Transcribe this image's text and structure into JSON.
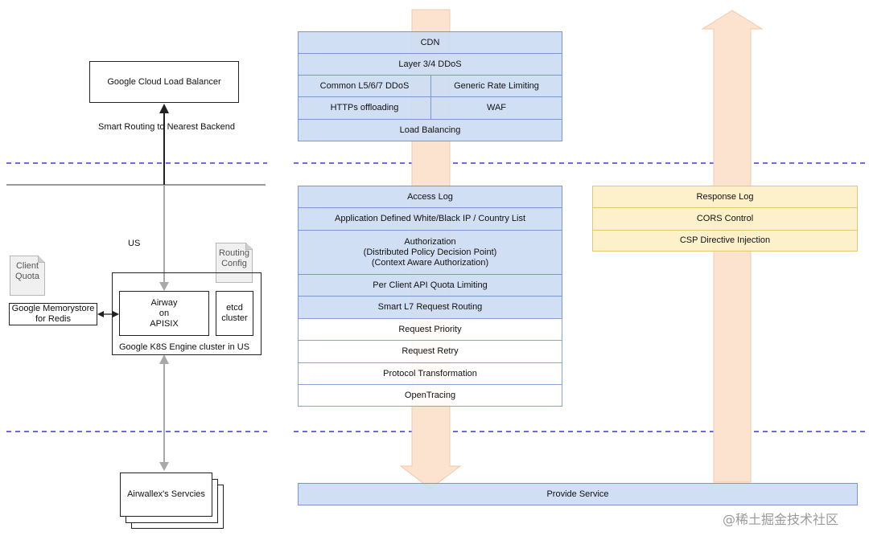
{
  "left": {
    "load_balancer": "Google Cloud Load Balancer",
    "smart_routing_label": "Smart Routing to Nearest Backend",
    "region_label": "US",
    "client_quota_note": "Client\nQuota",
    "routing_config_note": "Routing\nConfig",
    "memorystore": "Google Memorystore\nfor Redis",
    "airway": "Airway\non\nAPISIX",
    "etcd": "etcd\ncluster",
    "gke_label": "Google K8S Engine cluster in US",
    "services": "Airwallex's Servcies"
  },
  "edge_layer": {
    "cdn": "CDN",
    "l34_ddos": "Layer 3/4 DDoS",
    "l567_ddos": "Common L5/6/7 DDoS",
    "rate_limiting": "Generic Rate Limiting",
    "https_offloading": "HTTPs offloading",
    "waf": "WAF",
    "load_balancing": "Load Balancing"
  },
  "request_layer": {
    "access_log": "Access Log",
    "white_black_list": "Application Defined White/Black IP / Country List",
    "authorization": "Authorization\n(Distributed Policy Decision Point)\n(Context Aware Authorization)",
    "quota_limiting": "Per Client API Quota Limiting",
    "l7_routing": "Smart L7 Request Routing",
    "request_priority": "Request Priority",
    "request_retry": "Request Retry",
    "protocol_transformation": "Protocol Transformation",
    "opentracing": "OpenTracing"
  },
  "response_layer": {
    "response_log": "Response Log",
    "cors_control": "CORS Control",
    "csp_injection": "CSP Directive Injection"
  },
  "provide_service": "Provide Service",
  "watermark": "@稀土掘金技术社区",
  "colors": {
    "divider_dash": "#3a3ae0",
    "blue_fill": "#ccdbf4",
    "yellow_fill": "#fdefc7",
    "arrow_fill": "#fbe3cf"
  }
}
